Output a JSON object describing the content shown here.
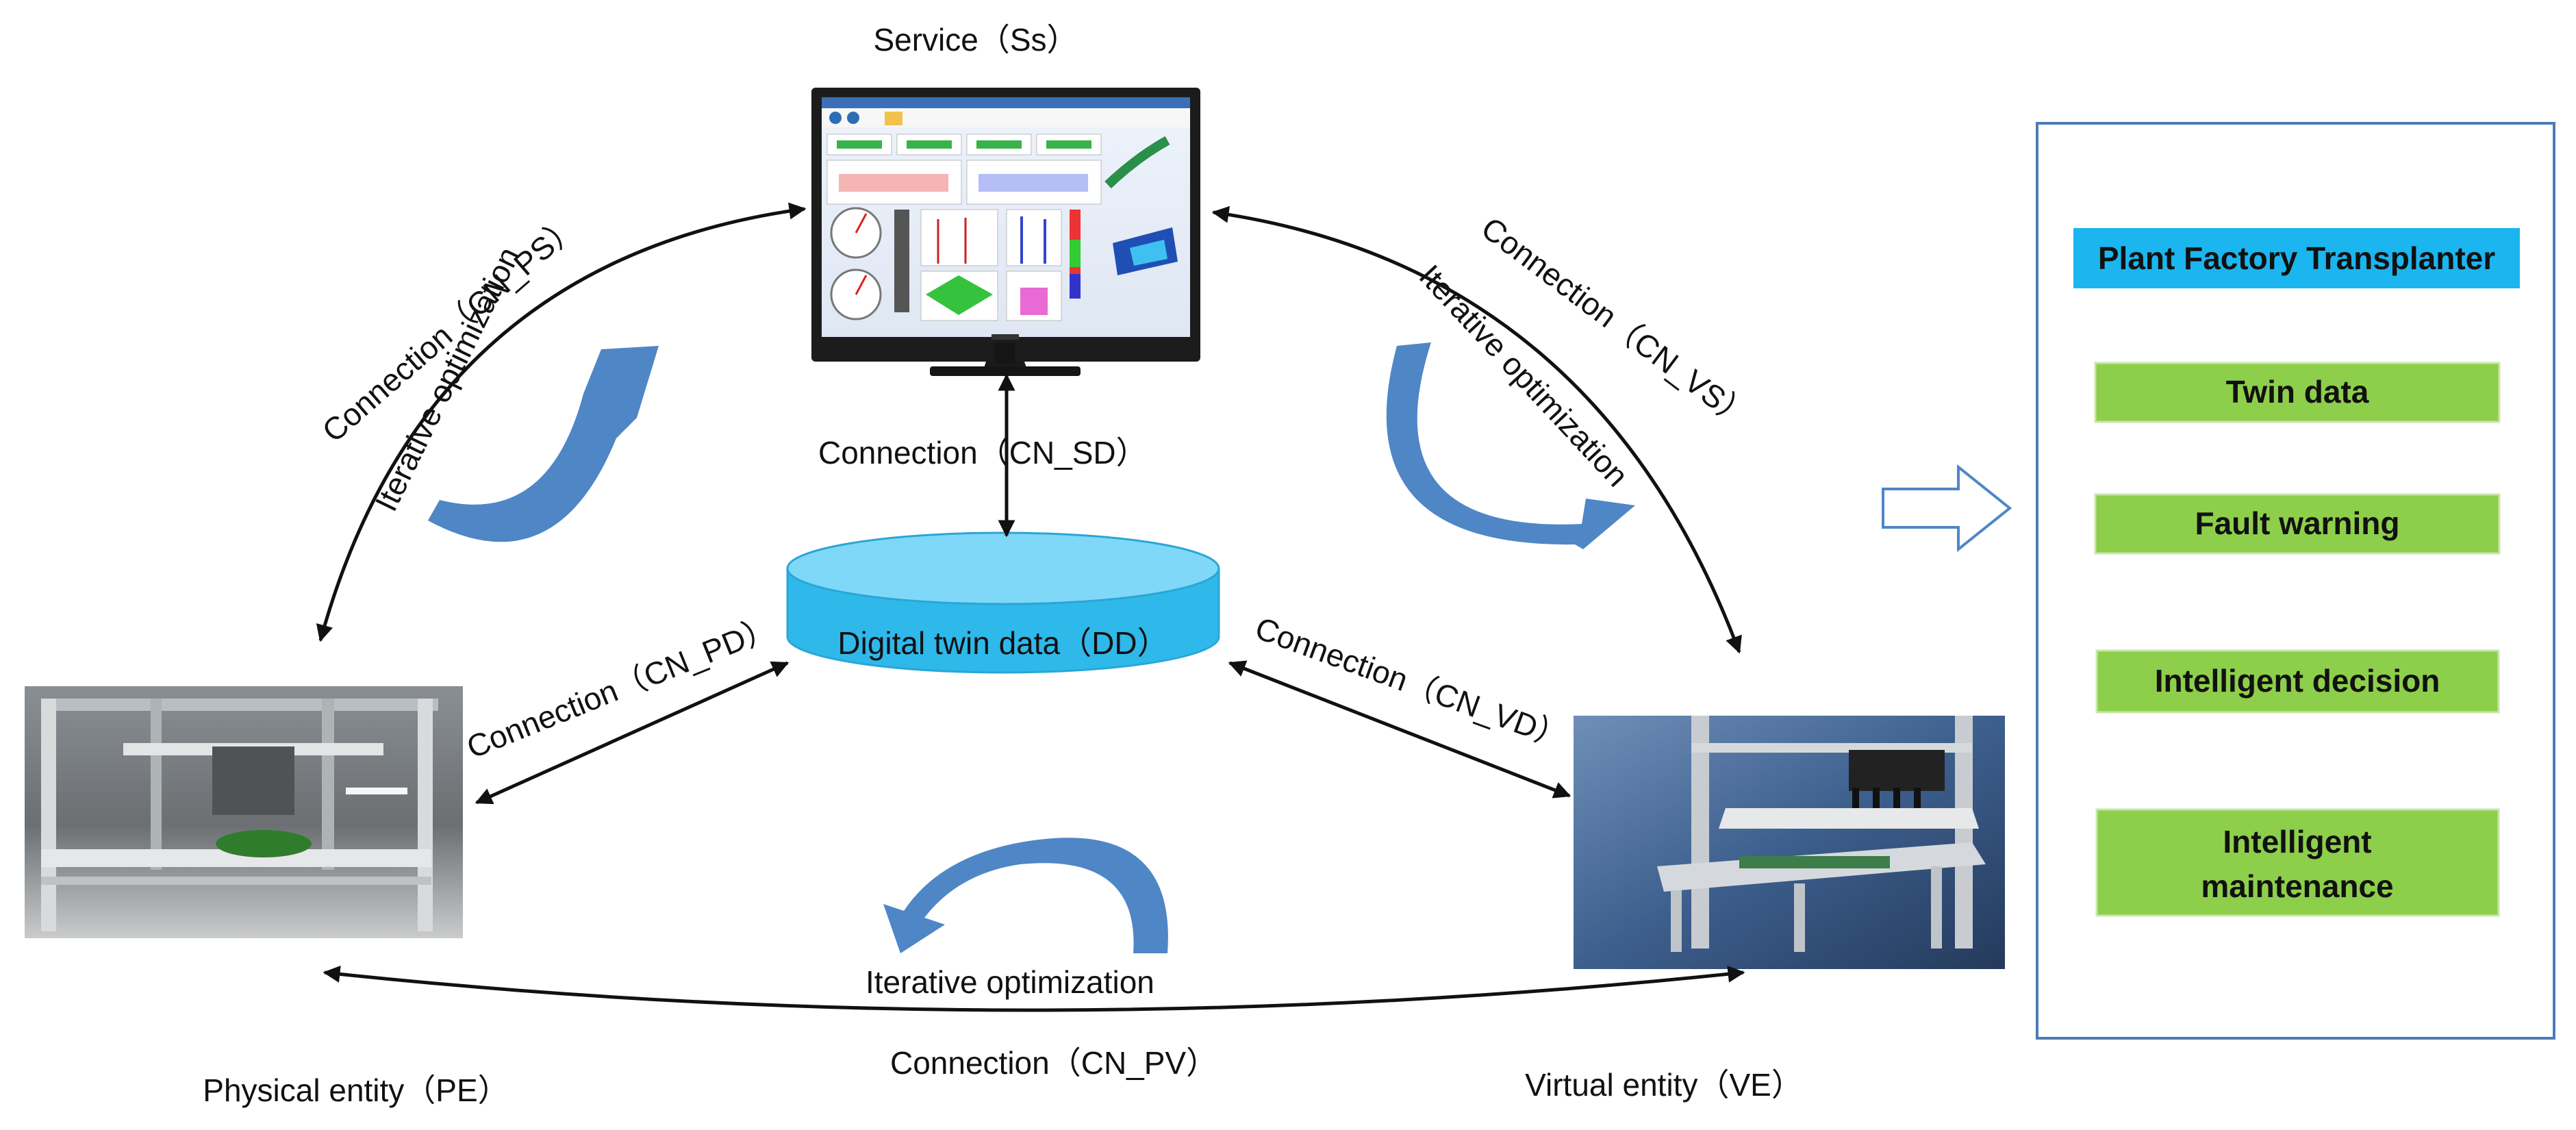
{
  "title": "",
  "nodes": {
    "service": "Service（Ss）",
    "digital_twin_data": "Digital twin data（DD）",
    "physical_entity": "Physical entity（PE）",
    "virtual_entity": "Virtual entity（VE）"
  },
  "connections": {
    "ps": "Connection（CN_PS）",
    "vs": "Connection（CN_VS）",
    "sd": "Connection（CN_SD）",
    "pd": "Connection（CN_PD）",
    "vd": "Connection（CN_VD）",
    "pv": "Connection（CN_PV）"
  },
  "iterative": {
    "left": "Iterative optimization",
    "right": "Iterative optimization",
    "bottom": "Iterative optimization"
  },
  "panel": {
    "title": "Plant Factory Transplanter",
    "items": [
      "Twin data",
      "Fault warning",
      "Intelligent decision"
    ],
    "maintenance_line1": "Intelligent",
    "maintenance_line2": "maintenance"
  },
  "colors": {
    "panel_title_bg": "#1bb5ef",
    "panel_item_bg": "#8dcf4a",
    "database": "#39c2ee",
    "curved_arrow": "#4f86c6",
    "panel_border": "#4a7db5"
  }
}
